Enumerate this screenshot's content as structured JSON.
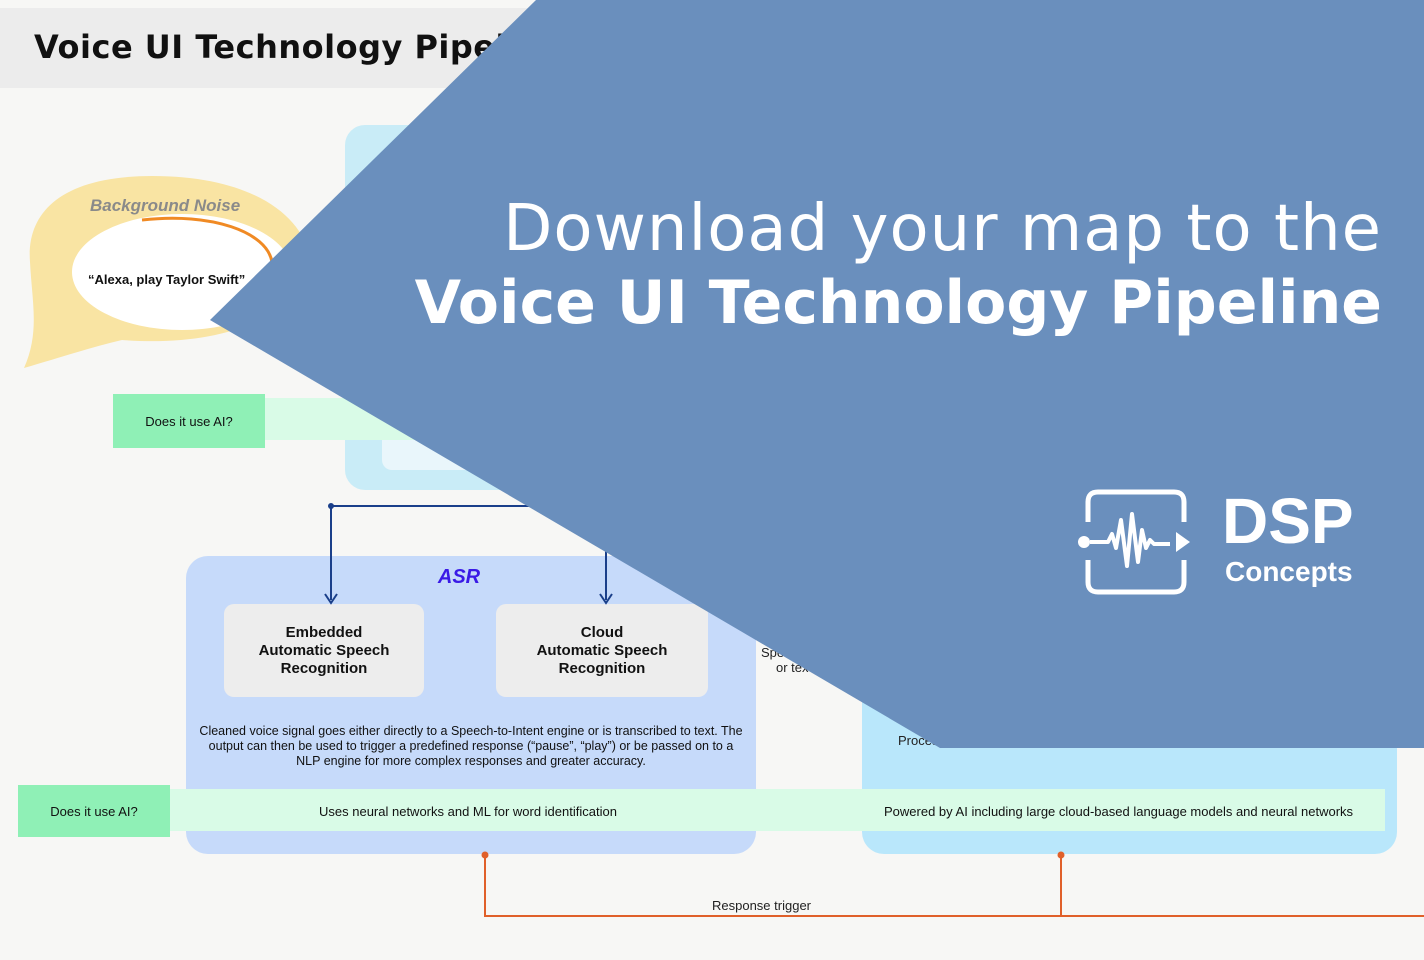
{
  "page_title": "Voice UI Technology Pipeline",
  "bubble": {
    "label": "Background Noise",
    "quote": "“Alexa, play Taylor Swift”"
  },
  "ai_question_top": "Does it use AI?",
  "asr": {
    "title": "ASR",
    "card_embedded": "Embedded\nAutomatic Speech\nRecognition",
    "card_cloud": "Cloud\nAutomatic Speech\nRecognition",
    "description": "Cleaned voice signal goes either directly to a Speech-to-Intent engine or is transcribed to text. The output can then be used to trigger a predefined response (“pause”, “play”) or be passed on to a NLP engine for more complex responses and greater accuracy."
  },
  "partial_labels": {
    "spe": "Spe",
    "or_text": "or tex",
    "proces": "Proces"
  },
  "ai_question_bottom": "Does it use AI?",
  "ai_answer_asr": "Uses neural networks and ML for word identification",
  "ai_answer_cloud": "Powered by AI including large cloud-based language models and neural networks",
  "response_trigger": "Response trigger",
  "banner": {
    "line1": "Download your map to the",
    "line2": "Voice UI Technology Pipeline",
    "logo_main": "DSP",
    "logo_sub": "Concepts",
    "color": "#6a8fbd"
  },
  "colors": {
    "asr_title": "#3a1ae6",
    "ai_box": "#8ff0b6",
    "trigger_line": "#e0602a",
    "arrow": "#1a3f8a"
  }
}
